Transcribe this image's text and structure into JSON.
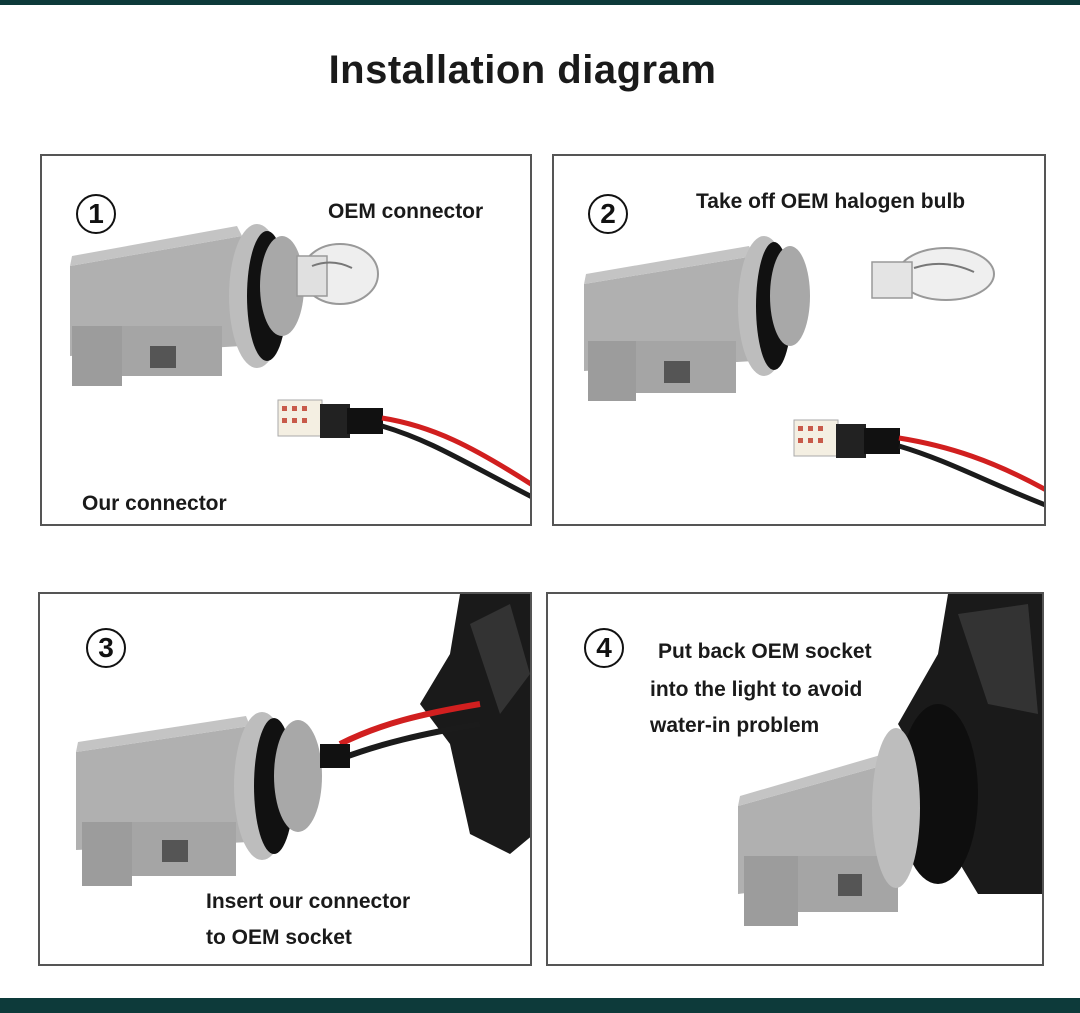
{
  "title": "Installation diagram",
  "steps": [
    {
      "number": "1",
      "captions": [
        "OEM connector",
        "Our connector"
      ]
    },
    {
      "number": "2",
      "captions": [
        "Take off OEM halogen bulb"
      ]
    },
    {
      "number": "3",
      "captions": [
        "Insert our connector",
        "to OEM socket"
      ]
    },
    {
      "number": "4",
      "captions": [
        "Put back OEM socket",
        "into the light to avoid",
        "water-in problem"
      ]
    }
  ],
  "colors": {
    "bar": "#0d3a3a",
    "socket_gray": "#a9a9a9",
    "seal_black": "#111111",
    "wire_red": "#d11f1f",
    "wire_black": "#1b1b1b",
    "led_white": "#f4efe2"
  }
}
